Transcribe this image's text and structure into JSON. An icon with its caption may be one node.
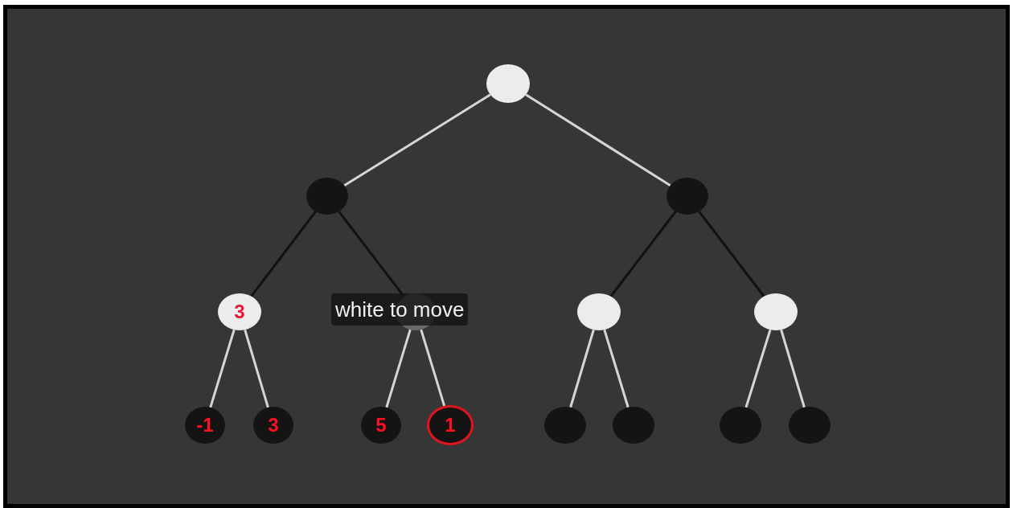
{
  "diagram": {
    "nodes": [
      {
        "text": [],
        "shape": "circle"
      },
      {
        "text": [],
        "shape": "circle"
      },
      {
        "text": [],
        "shape": "circle"
      },
      {
        "text": [
          "3"
        ]
      },
      {
        "text": [],
        "shape": "circle"
      },
      {
        "text": [],
        "shape": "circle"
      },
      {
        "text": [],
        "shape": "circle"
      },
      {
        "text": [
          "-1"
        ]
      },
      {
        "text": [
          "3"
        ]
      },
      {
        "text": [
          "5"
        ]
      },
      {
        "text": [
          "1"
        ]
      },
      {
        "text": [],
        "shape": "circle"
      },
      {
        "text": [],
        "shape": "circle"
      },
      {
        "text": [],
        "shape": "circle"
      },
      {
        "text": [],
        "shape": "circle"
      }
    ],
    "edges": [
      {
        "from": 0,
        "to": 1,
        "arrow": "none"
      },
      {
        "from": 0,
        "to": 2,
        "arrow": "none"
      },
      {
        "from": 1,
        "to": 3,
        "arrow": "none",
        "color": "#111111"
      },
      {
        "from": 1,
        "to": 4,
        "arrow": "none",
        "color": "#111111"
      },
      {
        "from": 2,
        "to": 5,
        "arrow": "none",
        "color": "#111111"
      },
      {
        "from": 2,
        "to": 6,
        "arrow": "none",
        "color": "#111111"
      },
      {
        "from": 3,
        "to": 7,
        "arrow": "none"
      },
      {
        "from": 3,
        "to": 8,
        "arrow": "none"
      },
      {
        "from": 4,
        "to": 9,
        "arrow": "none"
      },
      {
        "from": 4,
        "to": 10,
        "arrow": "none"
      },
      {
        "from": 5,
        "to": 11,
        "arrow": "none"
      },
      {
        "from": 5,
        "to": 12,
        "arrow": "none"
      },
      {
        "from": 6,
        "to": 13,
        "arrow": "none"
      },
      {
        "from": 6,
        "to": 14,
        "arrow": "none"
      }
    ],
    "labels": [
      "white to move"
    ]
  }
}
